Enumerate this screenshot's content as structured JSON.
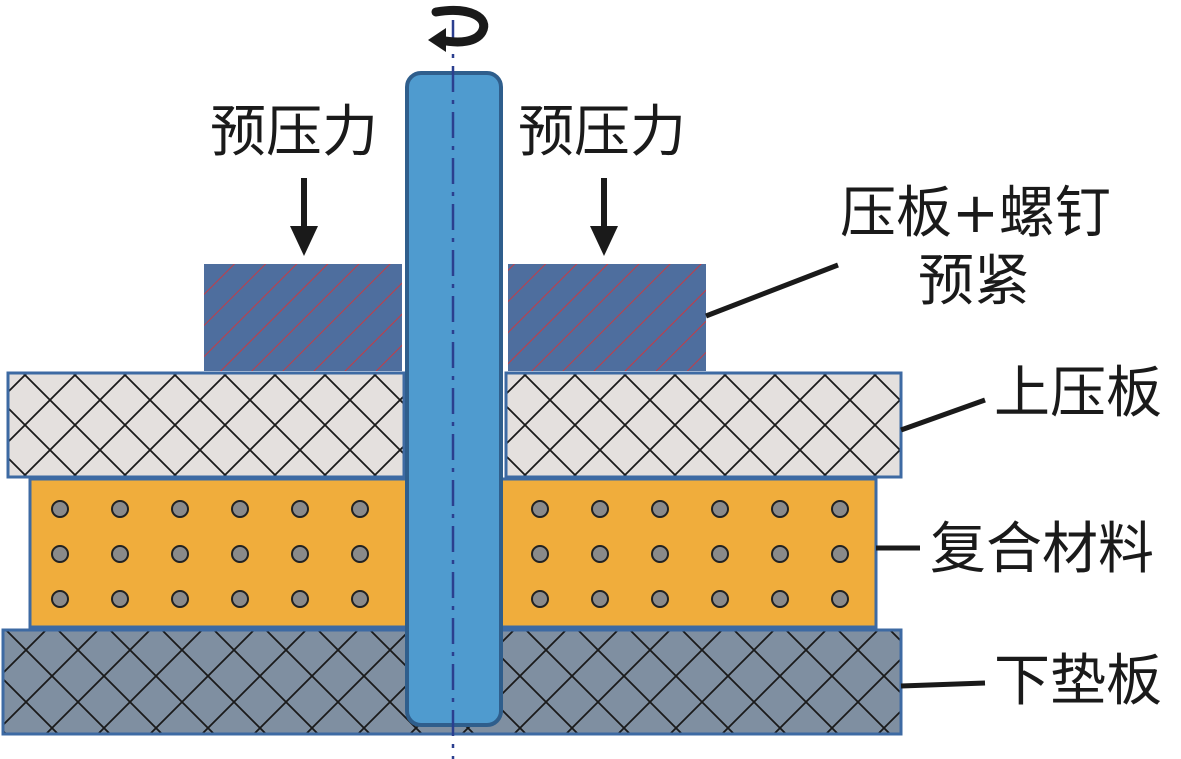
{
  "labels": {
    "preload_left": "预压力",
    "preload_right": "预压力",
    "clamp_line1": "压板+螺钉",
    "clamp_line2": "预紧",
    "upper_plate": "上压板",
    "composite": "复合材料",
    "lower_plate": "下垫板"
  },
  "colors": {
    "tool": "#4f9bcf",
    "tool_outline": "#2f5e8c",
    "axis": "#2b3f8f",
    "clamp_fill": "#4e6e9e",
    "clamp_hatch": "#e03030",
    "upper_plate_fill": "#e4e0de",
    "composite_fill": "#f0ad3c",
    "fiber_dot": "#8a8a8a",
    "lower_plate_fill": "#7f8fa1",
    "frame": "#3d6aa3",
    "ink": "#1a1a1a"
  },
  "icons": [
    "rotation-arrow-icon",
    "preload-arrow-icon"
  ]
}
